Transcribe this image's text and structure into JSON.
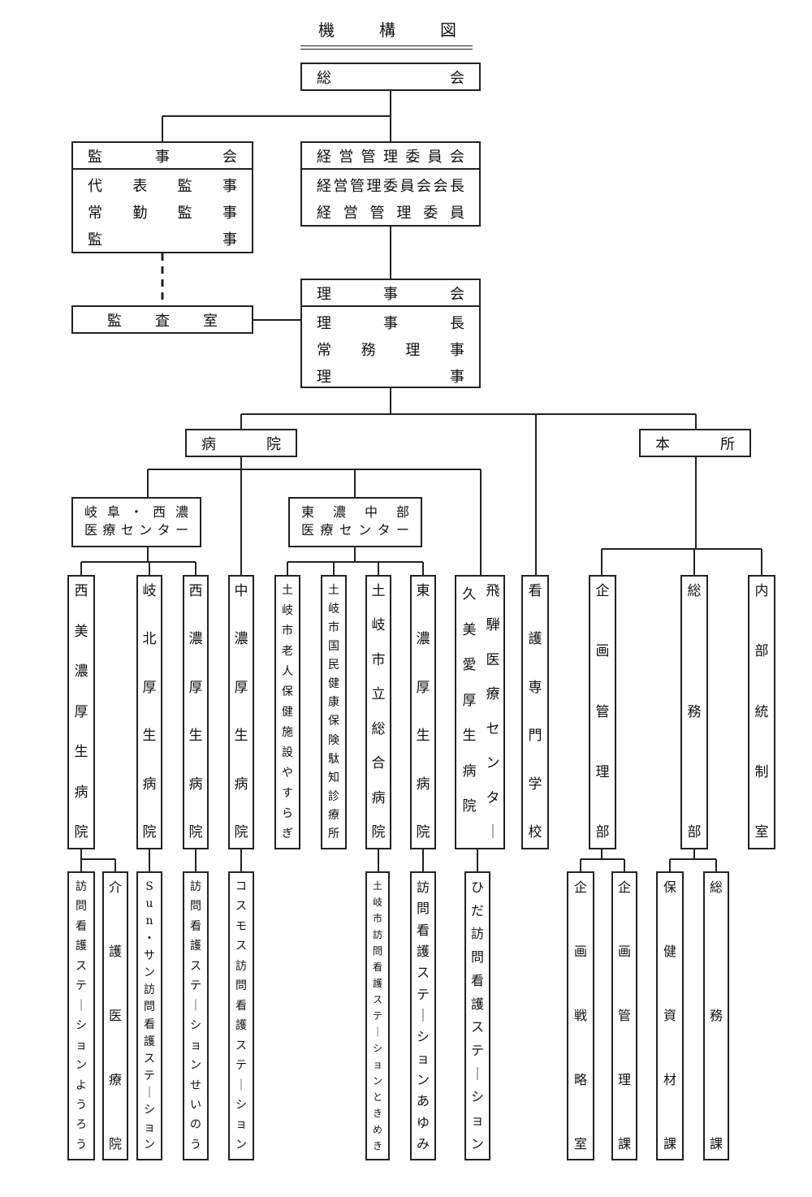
{
  "title": "機構図",
  "general_assembly": "総会",
  "audit": {
    "header": "監事会",
    "members": [
      "代表監事",
      "常勤監事",
      "監事"
    ]
  },
  "management": {
    "header": "経営管理委員会",
    "members": [
      "経営管理委員会会長",
      "経営管理委員"
    ]
  },
  "board": {
    "header": "理事会",
    "members": [
      "理事長",
      "常務理事",
      "理事"
    ]
  },
  "audit_office": "監査室",
  "hospital_group": "病院",
  "head_office": "本所",
  "centers": [
    {
      "lines": [
        "岐阜・西濃",
        "医療センター"
      ]
    },
    {
      "lines": [
        "東濃中部",
        "医療センター"
      ]
    }
  ],
  "units": [
    "西美濃厚生病院",
    "岐北厚生病院",
    "西濃厚生病院",
    "中濃厚生病院",
    "土岐市老人保健施設やすらぎ",
    "土岐市国民健康保険駄知診療所",
    "土岐市立総合病院",
    "東濃厚生病院",
    "飛騨医療センター久美愛厚生病院",
    "看護専門学校",
    "企画管理部",
    "総務部",
    "内部統制室"
  ],
  "sub_units": [
    "訪問看護ステーションようろう",
    "介護医療院",
    "Sun・サン訪問看護ステーション",
    "訪問看護ステーションせいのう",
    "コスモス訪問看護ステーション",
    "土岐市訪問看護ステーションときめき",
    "訪問看護ステーションあゆみ",
    "ひだ訪問看護ステーション",
    "企画戦略室",
    "企画管理課",
    "保健資材課",
    "総務課"
  ]
}
